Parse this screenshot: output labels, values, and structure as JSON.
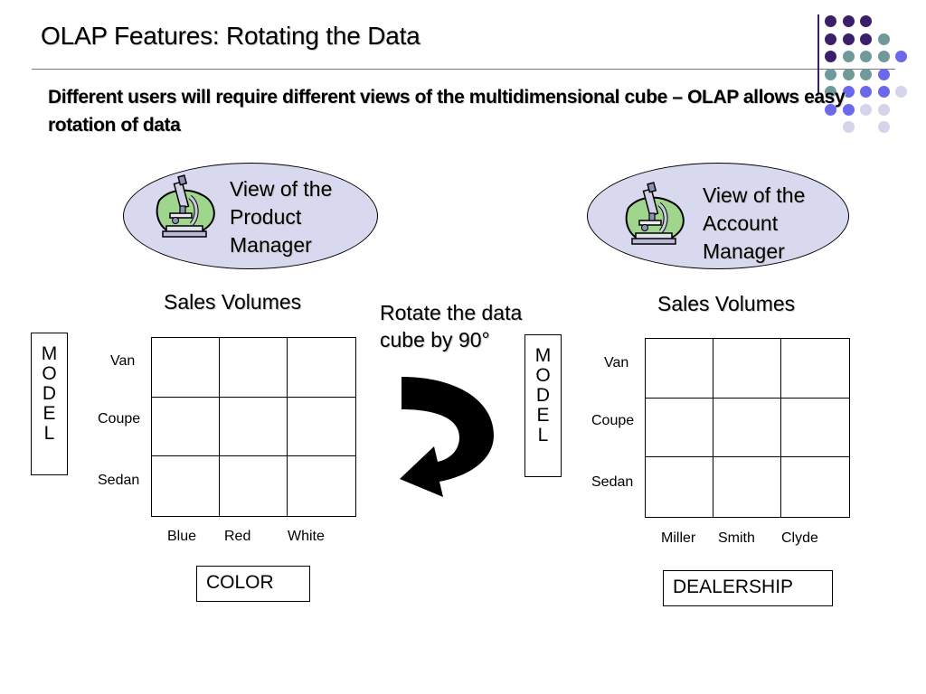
{
  "slide": {
    "title": "OLAP Features: Rotating the Data",
    "subtitle": "Different users will require different views of the multidimensional cube – OLAP allows easy rotation of data"
  },
  "theme_colors": {
    "rule": "#777777",
    "accent_line": "#3b1f6a",
    "dot_dark": "#3b1f6a",
    "dot_teal": "#6f9a99",
    "dot_blue": "#6b68ec",
    "dot_light": "#d4d4ea",
    "ellipse_fill": "#d8d9ee"
  },
  "decoration_dots": [
    [
      "dark",
      "dark",
      "dark",
      "none",
      "none"
    ],
    [
      "dark",
      "dark",
      "dark",
      "teal",
      "none"
    ],
    [
      "dark",
      "teal",
      "teal",
      "teal",
      "blue"
    ],
    [
      "teal",
      "teal",
      "teal",
      "blue",
      "none"
    ],
    [
      "teal",
      "blue",
      "blue",
      "blue",
      "light"
    ],
    [
      "blue",
      "blue",
      "light",
      "light",
      "none"
    ],
    [
      "none",
      "light",
      "none",
      "light",
      "none"
    ]
  ],
  "left_view": {
    "icon": "microscope-icon",
    "label": "View of the\nProduct\nManager",
    "sales_title": "Sales Volumes",
    "row_axis_letters": [
      "M",
      "O",
      "D",
      "E",
      "L"
    ],
    "rows": [
      "Van",
      "Coupe",
      "Sedan"
    ],
    "columns": [
      "Blue",
      "Red",
      "White"
    ],
    "dimension_label": "COLOR"
  },
  "rotation": {
    "text": "Rotate the data\ncube by 90°",
    "icon": "curved-arrow-icon"
  },
  "right_view": {
    "icon": "microscope-icon",
    "label": "View of the\nAccount\nManager",
    "sales_title": "Sales Volumes",
    "row_axis_letters": [
      "M",
      "O",
      "D",
      "E",
      "L"
    ],
    "rows": [
      "Van",
      "Coupe",
      "Sedan"
    ],
    "columns": [
      "Miller",
      "Smith",
      "Clyde"
    ],
    "dimension_label": "DEALERSHIP"
  }
}
